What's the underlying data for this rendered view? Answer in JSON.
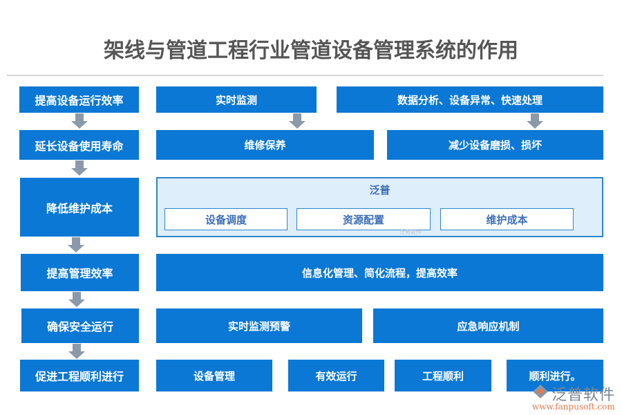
{
  "title": "架线与管道工程行业管道设备管理系统的作用",
  "colors": {
    "box": "#0a78d4",
    "arrow": "#8b9aaa",
    "panel_bg": "#dfeefb",
    "panel_border": "#2a86cc",
    "panel_text": "#3d6fb7",
    "title": "#555555"
  },
  "left_column": [
    {
      "label": "提高设备运行效率"
    },
    {
      "label": "延长设备使用寿命"
    },
    {
      "label": "降低维护成本"
    },
    {
      "label": "提高管理效率"
    },
    {
      "label": "确保安全运行"
    },
    {
      "label": "促进工程顺利进行"
    }
  ],
  "rows": {
    "row1": [
      "实时监测",
      "数据分析、设备异常、快速处理"
    ],
    "row2": [
      "维修保养",
      "减少设备磨损、损坏"
    ],
    "row3": {
      "panel_title": "泛普",
      "items": [
        "设备调度",
        "资源配置",
        "维护成本"
      ],
      "watermark": "泛普软件"
    },
    "row4": [
      "信息化管理、简化流程，提高效率"
    ],
    "row5": [
      "实时监测预警",
      "应急响应机制"
    ],
    "row6": [
      "设备管理",
      "有效运行",
      "工程顺利",
      "顺利进行。"
    ]
  },
  "logo": {
    "name": "泛普软件",
    "url": "www.fanpusoft.com",
    "icon": "fanpu-logo-icon"
  }
}
